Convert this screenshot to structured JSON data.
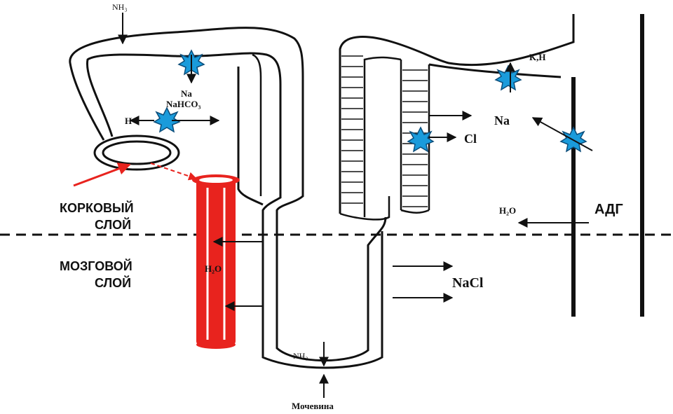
{
  "labels": {
    "nh3_top": "NH₃",
    "na": "Na",
    "nahco3": "NaHCO₃",
    "h": "H",
    "kn": "K,H",
    "na_right": "Na",
    "cl": "Cl",
    "h2o_right": "H₂O",
    "adh": "АДГ",
    "cortex_1": "КОРКОВЫЙ",
    "cortex_2": "СЛОЙ",
    "medulla_1": "МОЗГОВОЙ",
    "medulla_2": "СЛОЙ",
    "h2o_vessel": "H₂O",
    "nacl": "NaCl",
    "nh3_bottom": "NH₃",
    "urea": "Мочевина"
  },
  "colors": {
    "ink": "#111111",
    "vessel": "#e8231e",
    "pump": "#1a9bdb",
    "pump_outline": "#0b4d7a",
    "background": "#ffffff"
  }
}
